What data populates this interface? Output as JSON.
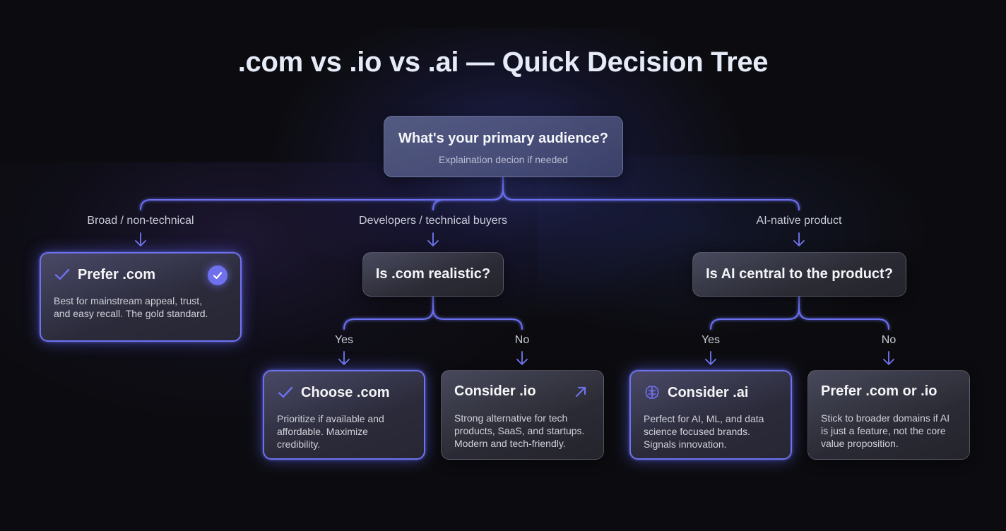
{
  "title": ".com vs .io vs .ai — Quick Decision Tree",
  "colors": {
    "background": "#0c0c10",
    "accent": "#6e70ec",
    "connector": "#6a6ff0",
    "text_primary": "#f1f2f8",
    "text_secondary": "#c9ccd8"
  },
  "root": {
    "question": "What's your primary audience?",
    "subtitle": "Explaination decion if needed"
  },
  "branches": [
    {
      "label": "Broad / non-technical",
      "outcome": {
        "title": "Prefer .com",
        "icon": "check-icon",
        "badge": "check-circle-icon",
        "description": "Best for mainstream appeal, trust, and easy recall. The gold standard.",
        "highlighted": true
      }
    },
    {
      "label": "Developers / technical buyers",
      "question": "Is .com realistic?",
      "yes_label": "Yes",
      "no_label": "No",
      "yes": {
        "title": "Choose .com",
        "icon": "check-icon",
        "description": "Prioritize if available and affordable. Maximize credibility.",
        "highlighted": true
      },
      "no": {
        "title": "Consider .io",
        "icon": "arrow-up-right-icon",
        "description": "Strong alternative for tech products, SaaS, and startups. Modern and tech-friendly.",
        "highlighted": false
      }
    },
    {
      "label": "AI-native product",
      "question": "Is AI central to the product?",
      "yes_label": "Yes",
      "no_label": "No",
      "yes": {
        "title": "Consider .ai",
        "icon": "brain-icon",
        "description": "Perfect for AI, ML, and data science focused brands. Signals innovation.",
        "highlighted": true
      },
      "no": {
        "title": "Prefer .com or .io",
        "icon": null,
        "description": "Stick to broader domains if AI is just a feature, not the core value proposition.",
        "highlighted": false
      }
    }
  ]
}
